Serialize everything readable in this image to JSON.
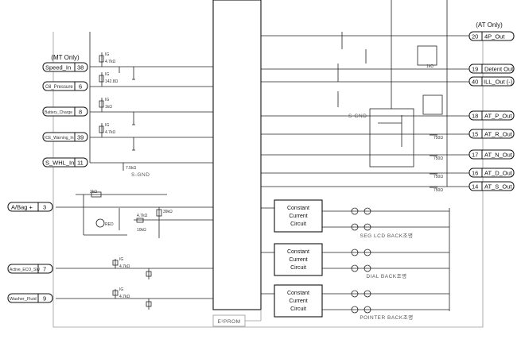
{
  "headers": {
    "mt_only": "(MT Only)",
    "at_only": "(AT Only)"
  },
  "left_pins": [
    {
      "label": "Speed_In",
      "pin": "38"
    },
    {
      "label": "Oil_Pressure",
      "pin": "6"
    },
    {
      "label": "Battery_Charge",
      "pin": "8"
    },
    {
      "label": "ICE_Warning_In",
      "pin": "39"
    },
    {
      "label": "S_WHL_In",
      "pin": "11"
    },
    {
      "label": "A/Bag +",
      "pin": "3"
    },
    {
      "label": "Active_ECO_SW",
      "pin": "7"
    },
    {
      "label": "Washer_Fluid",
      "pin": "9"
    }
  ],
  "right_pins": [
    {
      "pin": "20",
      "label": "4P_Out"
    },
    {
      "pin": "19",
      "label": "Detent Out"
    },
    {
      "pin": "40",
      "label": "ILL_Out (-)"
    },
    {
      "pin": "18",
      "label": "AT_P_Out"
    },
    {
      "pin": "15",
      "label": "AT_R_Out"
    },
    {
      "pin": "17",
      "label": "AT_N_Out"
    },
    {
      "pin": "16",
      "label": "AT_D_Out"
    },
    {
      "pin": "14",
      "label": "AT_S_Out"
    }
  ],
  "ccc_blocks": [
    {
      "l1": "Constant",
      "l2": "Current",
      "l3": "Circuit",
      "caption": "SEG LCD BACK조명"
    },
    {
      "l1": "Constant",
      "l2": "Current",
      "l3": "Circuit",
      "caption": "DIAL BACK조명"
    },
    {
      "l1": "Constant",
      "l2": "Current",
      "l3": "Circuit",
      "caption": "POINTER BACK조명"
    }
  ],
  "eeprom": "E²PROM",
  "labels": {
    "s_gnd_left": "S-GND",
    "s_gnd_right": "S-GND",
    "ig": "IG",
    "r_4k7": "4.7kΩ",
    "r_142": "142.8Ω",
    "r_1k": "1kΩ",
    "r_2k": "2kΩ",
    "r_7k": "7.5kΩ",
    "r_10k": "10kΩ",
    "r_39k": "39kΩ",
    "r_750": "750Ω",
    "red": "RED"
  }
}
